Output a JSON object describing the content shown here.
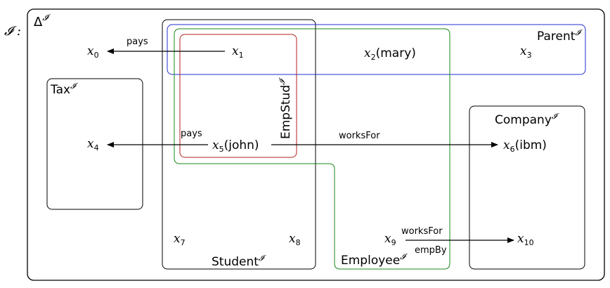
{
  "interpretation": {
    "label": "𝓘 :",
    "domain_label": "Δ",
    "domain_sup": "𝓘"
  },
  "sets": {
    "tax": {
      "name": "Tax",
      "sup": "𝓘"
    },
    "student": {
      "name": "Student",
      "sup": "𝓘"
    },
    "empstud": {
      "name": "EmpStud",
      "sup": "𝓘"
    },
    "employee": {
      "name": "Employee",
      "sup": "𝓘"
    },
    "parent": {
      "name": "Parent",
      "sup": "𝓘"
    },
    "company": {
      "name": "Company",
      "sup": "𝓘"
    }
  },
  "elements": {
    "x0": {
      "var": "x",
      "sub": "0",
      "suffix": ""
    },
    "x1": {
      "var": "x",
      "sub": "1",
      "suffix": ""
    },
    "x2": {
      "var": "x",
      "sub": "2",
      "suffix": "(mary)"
    },
    "x3": {
      "var": "x",
      "sub": "3",
      "suffix": ""
    },
    "x4": {
      "var": "x",
      "sub": "4",
      "suffix": ""
    },
    "x5": {
      "var": "x",
      "sub": "5",
      "suffix": "(john)"
    },
    "x6": {
      "var": "x",
      "sub": "6",
      "suffix": "(ibm)"
    },
    "x7": {
      "var": "x",
      "sub": "7",
      "suffix": ""
    },
    "x8": {
      "var": "x",
      "sub": "8",
      "suffix": ""
    },
    "x9": {
      "var": "x",
      "sub": "9",
      "suffix": ""
    },
    "x10": {
      "var": "x",
      "sub": "10",
      "suffix": ""
    }
  },
  "edges": {
    "pays_x1_x0": "pays",
    "pays_x5_x4": "pays",
    "worksfor_x5_x6": "worksFor",
    "worksfor_x9_x10": "worksFor",
    "empby_x9_x10": "empBy"
  },
  "colors": {
    "parent": "#1f2fd0",
    "empstud": "#b22222",
    "employee": "#1a8a1a",
    "outline": "#000000"
  }
}
